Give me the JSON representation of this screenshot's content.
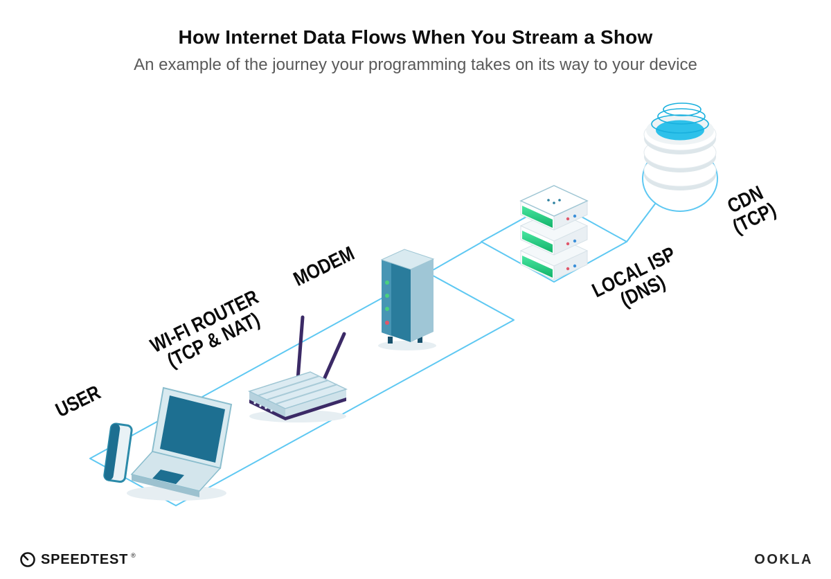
{
  "header": {
    "title": "How Internet Data Flows When You Stream a Show",
    "subtitle": "An example of the journey your programming takes on its way to your device"
  },
  "nodes": {
    "user": {
      "label": "USER"
    },
    "router": {
      "label": "WI-FI ROUTER",
      "sublabel": "(TCP & NAT)"
    },
    "modem": {
      "label": "MODEM"
    },
    "isp": {
      "label": "LOCAL ISP",
      "sublabel": "(DNS)"
    },
    "cdn": {
      "label": "CDN",
      "sublabel": "(TCP)"
    }
  },
  "footer": {
    "speedtest": "SPEEDTEST",
    "speedtest_mark": "®",
    "ookla": "OOKLA"
  },
  "colors": {
    "path_line": "#5ec8f2",
    "device_teal_dark": "#1d6f91",
    "device_teal_mid": "#2a7c9c",
    "device_light": "#d8e8ee",
    "router_purple": "#3b2a66",
    "server_green": "#2fd588",
    "cdn_cyan": "#2ec1ea",
    "led_red": "#e0566a",
    "led_blue": "#3a8fd9",
    "label_text": "#0a0a0a",
    "subtitle_text": "#5a5a5a"
  }
}
